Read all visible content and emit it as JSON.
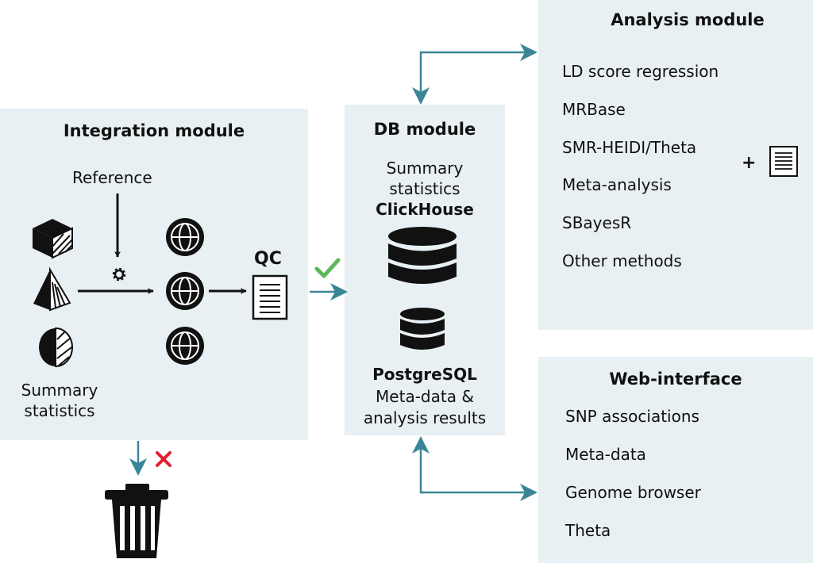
{
  "integration": {
    "title": "Integration module",
    "reference": "Reference",
    "qc": "QC",
    "summary_line1": "Summary",
    "summary_line2": "statistics"
  },
  "db": {
    "title": "DB module",
    "clickhouse_line1": "Summary",
    "clickhouse_line2": "statistics",
    "clickhouse_name": "ClickHouse",
    "postgres_name": "PostgreSQL",
    "postgres_line1": "Meta-data &",
    "postgres_line2": "analysis results"
  },
  "analysis": {
    "title": "Analysis module",
    "items": [
      "LD score regression",
      "MRBase",
      "SMR-HEIDI/Theta",
      "Meta-analysis",
      "SBayesR",
      "Other methods"
    ],
    "plus": "+"
  },
  "web": {
    "title": "Web-interface",
    "items": [
      "SNP associations",
      "Meta-data",
      "Genome browser",
      "Theta"
    ]
  },
  "colors": {
    "panel": "#e8f0f3",
    "arrow": "#3a8696",
    "check": "#5cb85c",
    "cross": "#e02030"
  }
}
